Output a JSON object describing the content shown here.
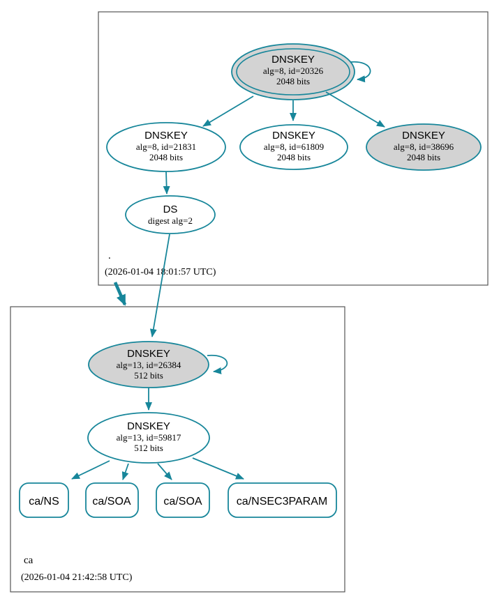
{
  "diagram": {
    "kind": "dnssec-authentication-chain",
    "colors": {
      "accent": "#17869a",
      "node_fill": "#d3d3d3",
      "cluster_border": "#555555",
      "background": "#ffffff",
      "text": "#000000"
    },
    "zones": {
      "root": {
        "label": ".",
        "timestamp": "(2026-01-04 18:01:57 UTC)",
        "ksk": {
          "title": "DNSKEY",
          "detail": "alg=8, id=20326",
          "bits": "2048 bits"
        },
        "zsk_21831": {
          "title": "DNSKEY",
          "detail": "alg=8, id=21831",
          "bits": "2048 bits"
        },
        "zsk_61809": {
          "title": "DNSKEY",
          "detail": "alg=8, id=61809",
          "bits": "2048 bits"
        },
        "zsk_38696": {
          "title": "DNSKEY",
          "detail": "alg=8, id=38696",
          "bits": "2048 bits"
        },
        "ds": {
          "title": "DS",
          "detail": "digest alg=2"
        }
      },
      "ca": {
        "label": "ca",
        "timestamp": "(2026-01-04 21:42:58 UTC)",
        "ksk": {
          "title": "DNSKEY",
          "detail": "alg=13, id=26384",
          "bits": "512 bits"
        },
        "zsk": {
          "title": "DNSKEY",
          "detail": "alg=13, id=59817",
          "bits": "512 bits"
        },
        "rrsets": [
          {
            "label": "ca/NS"
          },
          {
            "label": "ca/SOA"
          },
          {
            "label": "ca/SOA"
          },
          {
            "label": "ca/NSEC3PARAM"
          }
        ]
      }
    }
  }
}
